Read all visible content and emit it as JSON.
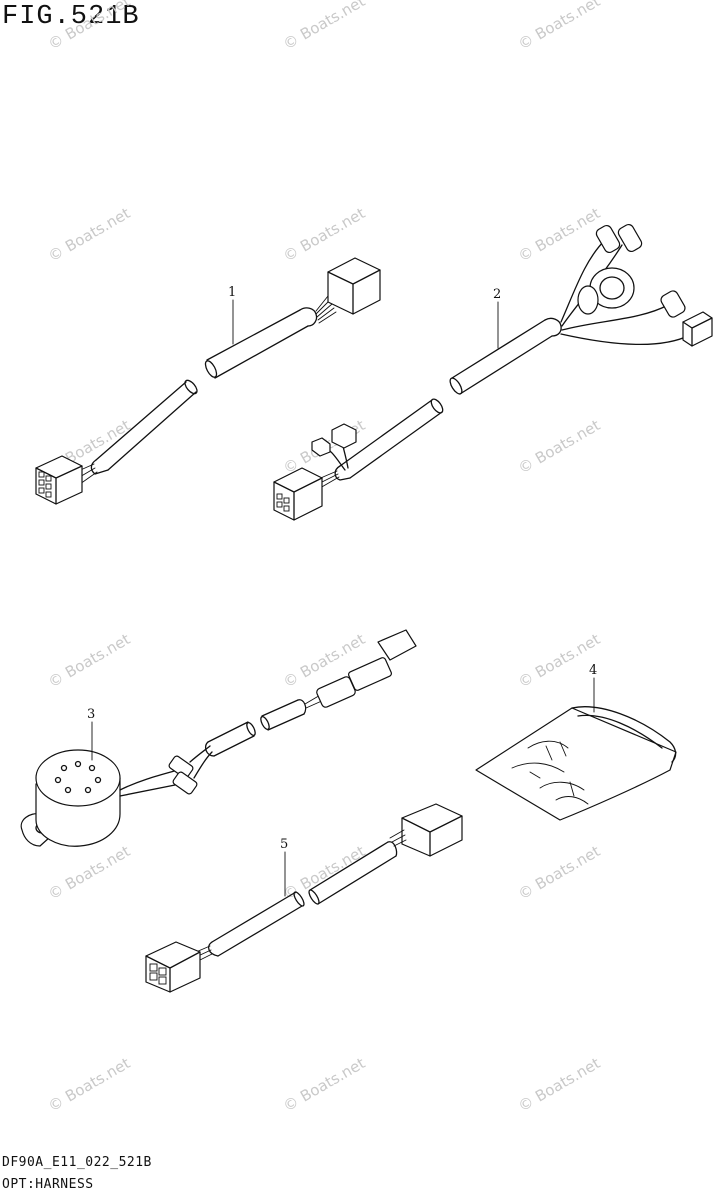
{
  "figure_title": "FIG.521B",
  "footer": {
    "code": "DF90A_E11_022_521B",
    "name": "OPT:HARNESS"
  },
  "watermark": "© Boats.net",
  "parts": [
    {
      "ref": "1"
    },
    {
      "ref": "2"
    },
    {
      "ref": "3"
    },
    {
      "ref": "4"
    },
    {
      "ref": "5"
    }
  ]
}
